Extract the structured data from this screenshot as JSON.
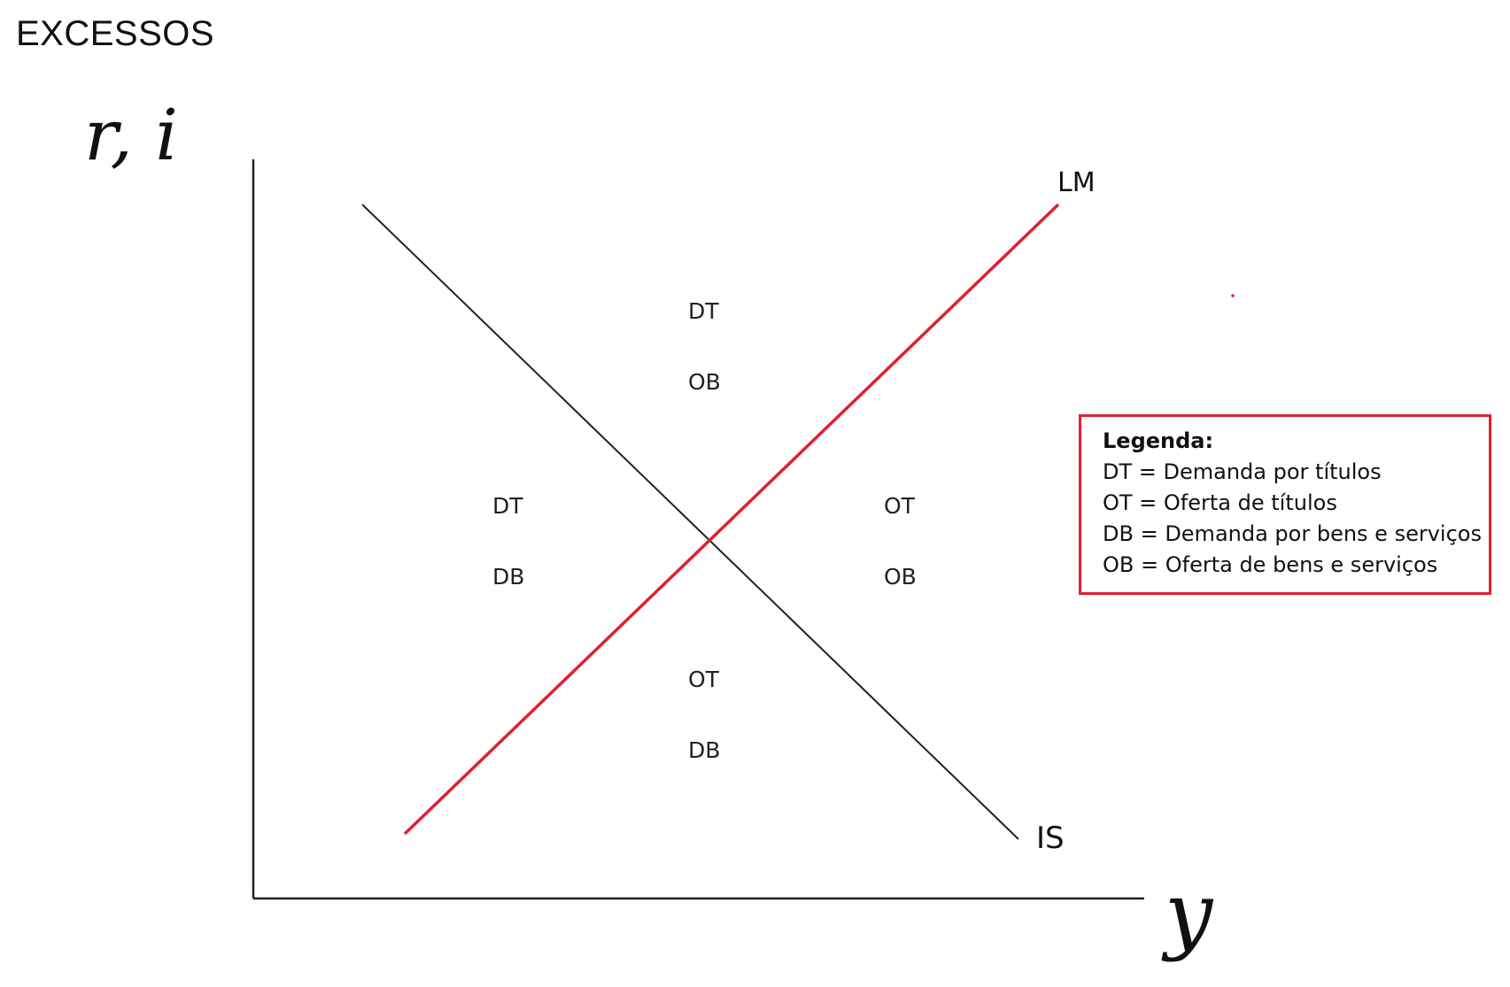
{
  "title": "EXCESSOS",
  "axes": {
    "y_label": "r, i",
    "x_label": "y"
  },
  "curves": [
    {
      "name": "LM",
      "color": "#e0202e"
    },
    {
      "name": "IS",
      "color": "#222222"
    }
  ],
  "regions": {
    "top": [
      "DT",
      "OB"
    ],
    "left": [
      "DT",
      "DB"
    ],
    "right": [
      "OT",
      "OB"
    ],
    "bottom": [
      "OT",
      "DB"
    ]
  },
  "legend": {
    "title": "Legenda:",
    "border_color": "#e0202e",
    "items": [
      "DT = Demanda por títulos",
      "OT = Oferta de títulos",
      "DB = Demanda por bens e serviços",
      "OB = Oferta de bens e serviços"
    ]
  }
}
